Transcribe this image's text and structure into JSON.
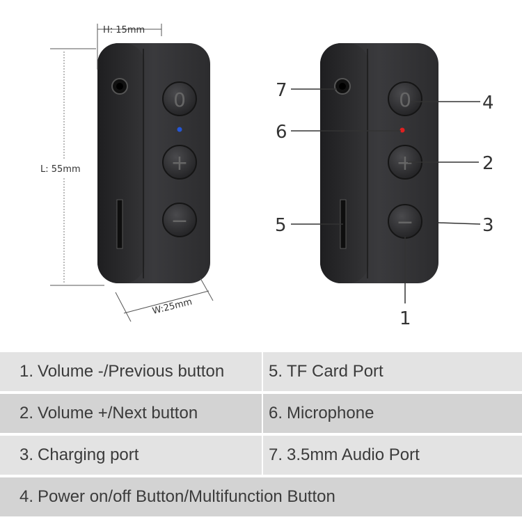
{
  "dimensions": {
    "height": "H: 15mm",
    "length": "L: 55mm",
    "width": "W:25mm"
  },
  "device": {
    "button_power_symbol": "0",
    "button_plus_symbol": "+",
    "button_minus_symbol": "−",
    "mic_left_color": "#2456d6",
    "mic_right_color": "#e02020"
  },
  "callouts": [
    "1",
    "2",
    "3",
    "4",
    "5",
    "6",
    "7"
  ],
  "legend": [
    {
      "left": {
        "num": "1.",
        "text": "Volume -/Previous button"
      },
      "right": {
        "num": "5.",
        "text": "TF Card Port"
      }
    },
    {
      "left": {
        "num": "2.",
        "text": "Volume +/Next button"
      },
      "right": {
        "num": "6.",
        "text": "Microphone"
      }
    },
    {
      "left": {
        "num": "3.",
        "text": "Charging port"
      },
      "right": {
        "num": "7.",
        "text": "3.5mm Audio Port"
      }
    },
    {
      "left": {
        "num": "4.",
        "text": "Power on/off Button/Multifunction Button"
      }
    }
  ]
}
